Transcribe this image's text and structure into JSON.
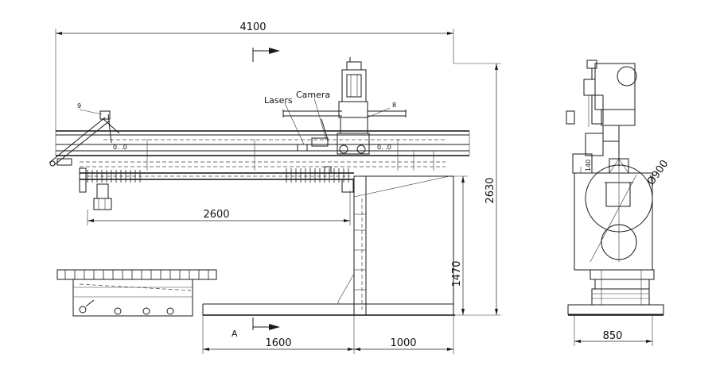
{
  "dimensions": {
    "overall_length": "4100",
    "beam_travel": "2600",
    "base_left": "1600",
    "base_right": "1000",
    "column_height": "1470",
    "total_height": "2630",
    "side_width": "850",
    "diameter": "Ø900",
    "side_small": "140"
  },
  "labels": {
    "lasers": "Lasers",
    "camera": "Camera",
    "item_9": "9",
    "item_8": "8",
    "view_a": "A",
    "marker_left": "0. .0",
    "marker_right": "0. .0"
  }
}
